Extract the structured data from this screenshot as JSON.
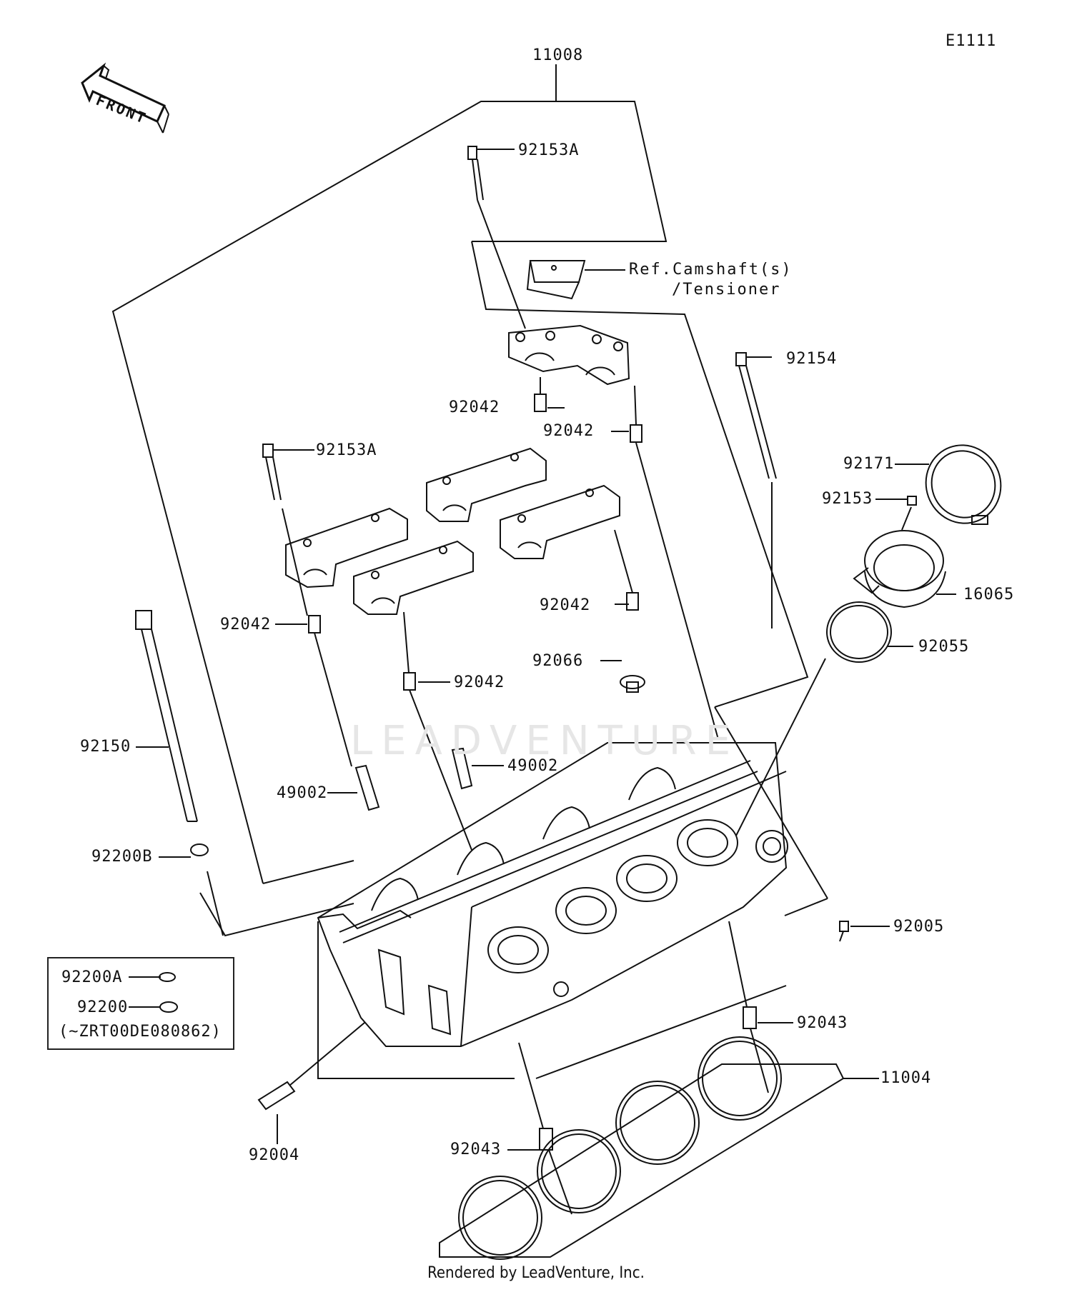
{
  "diagram_code": "E1111",
  "front_label": "FRONT",
  "watermark": "LEADVENTURE",
  "footer": "Rendered by LeadVenture, Inc.",
  "ref_note": {
    "line1": "Ref.Camshaft(s)",
    "line2": "/Tensioner"
  },
  "serial_box": {
    "part_a": "92200A",
    "part_b": "92200",
    "serial_range": "(~ZRT00DE080862)"
  },
  "parts": {
    "p11008": "11008",
    "p92153A_top": "92153A",
    "p92154": "92154",
    "p92042_1": "92042",
    "p92042_2": "92042",
    "p92153A_left": "92153A",
    "p92171": "92171",
    "p92153": "92153",
    "p16065": "16065",
    "p92042_3": "92042",
    "p92042_4": "92042",
    "p92042_5": "92042",
    "p92055": "92055",
    "p92066": "92066",
    "p92150": "92150",
    "p49002_r": "49002",
    "p49002_l": "49002",
    "p92200B": "92200B",
    "p92005": "92005",
    "p92043_r": "92043",
    "p11004": "11004",
    "p92004": "92004",
    "p92043_b": "92043"
  }
}
